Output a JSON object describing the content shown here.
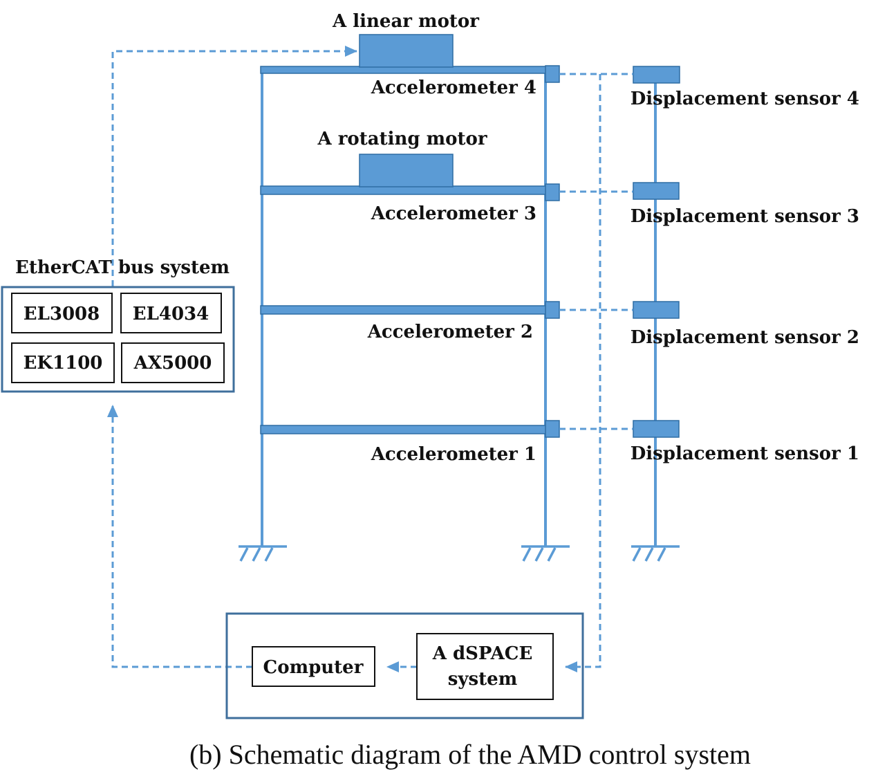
{
  "labels": {
    "linear_motor": "A linear motor",
    "rotating_motor": "A rotating motor",
    "accelerometer_4": "Accelerometer 4",
    "accelerometer_3": "Accelerometer 3",
    "accelerometer_2": "Accelerometer 2",
    "accelerometer_1": "Accelerometer 1",
    "displacement_4": "Displacement sensor 4",
    "displacement_3": "Displacement sensor 3",
    "displacement_2": "Displacement sensor 2",
    "displacement_1": "Displacement sensor 1",
    "ethercat_title": "EtherCAT bus system"
  },
  "ethercat_modules": [
    "EL3008",
    "EL4034",
    "EK1100",
    "AX5000"
  ],
  "control": {
    "computer": "Computer",
    "dspace_line1": "A dSPACE",
    "dspace_line2": "system"
  },
  "caption": "(b) Schematic diagram of the AMD control system",
  "colors": {
    "structure": "#5b9bd5",
    "structure_dark": "#2e6da4",
    "box_border": "#3f6f9c"
  }
}
